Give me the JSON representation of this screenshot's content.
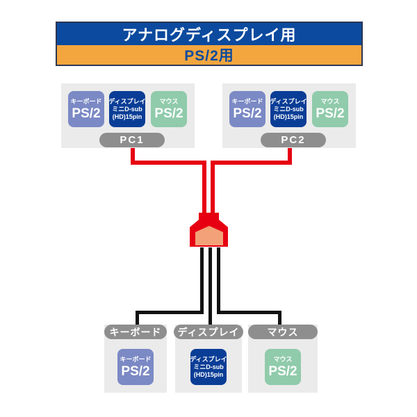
{
  "header": {
    "line1": "アナログディスプレイ用",
    "line2": "PS/2用"
  },
  "pc_groups": {
    "pc1_label": "PC1",
    "pc2_label": "PC2"
  },
  "connector_tiles": {
    "keyboard": {
      "label": "キーボード",
      "type": "PS/2"
    },
    "display": {
      "line1": "ディスプレイ",
      "line2": "ミニD-sub",
      "line3": "(HD)15pin"
    },
    "mouse": {
      "label": "マウス",
      "type": "PS/2"
    }
  },
  "bottom_labels": {
    "keyboard": "キーボード",
    "display": "ディスプレイ",
    "mouse": "マウス"
  },
  "colors": {
    "header_blue": "#0b4a9e",
    "header_orange": "#f4a63e",
    "header_border": "#2c3654",
    "keyboard_tile": "#7b89c5",
    "display_tile": "#0a3d96",
    "mouse_tile": "#90cbab",
    "cable_red": "#e60012",
    "plug_inner_peach": "#f2a178",
    "cable_black": "#111111",
    "group_box_gray": "#ebebeb",
    "pill_gray": "#8e8e8e"
  }
}
